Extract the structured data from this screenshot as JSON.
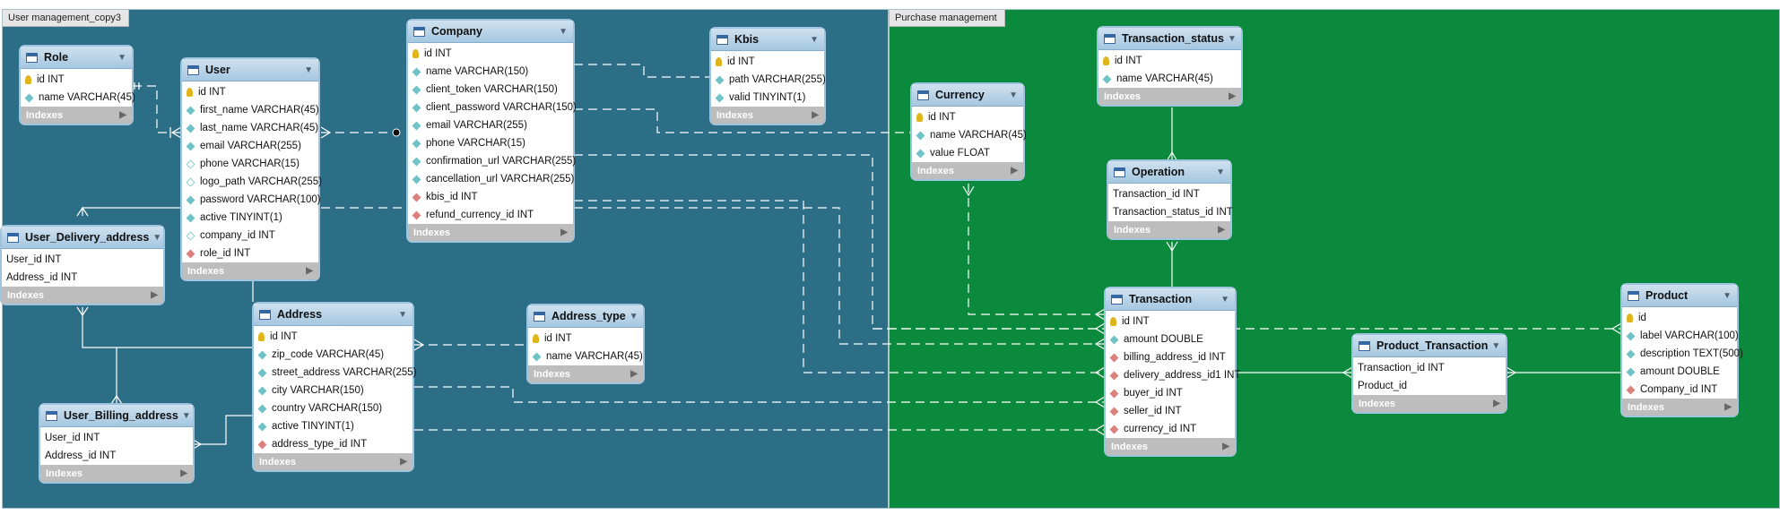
{
  "regions": {
    "user": {
      "label": "User management_copy3",
      "color": "#2d6e87"
    },
    "purchase": {
      "label": "Purchase management",
      "color": "#0b8a3d"
    }
  },
  "indexes_label": "Indexes",
  "tables": {
    "role": {
      "name": "Role",
      "rows": [
        {
          "text": "id INT",
          "kind": "key"
        },
        {
          "text": "name VARCHAR(45)",
          "kind": "col"
        }
      ]
    },
    "user": {
      "name": "User",
      "rows": [
        {
          "text": "id INT",
          "kind": "key"
        },
        {
          "text": "first_name VARCHAR(45)",
          "kind": "col"
        },
        {
          "text": "last_name VARCHAR(45)",
          "kind": "col"
        },
        {
          "text": "email VARCHAR(255)",
          "kind": "col"
        },
        {
          "text": "phone VARCHAR(15)",
          "kind": "nullable"
        },
        {
          "text": "logo_path VARCHAR(255)",
          "kind": "nullable"
        },
        {
          "text": "password VARCHAR(100)",
          "kind": "col"
        },
        {
          "text": "active TINYINT(1)",
          "kind": "col"
        },
        {
          "text": "company_id INT",
          "kind": "nullable"
        },
        {
          "text": "role_id INT",
          "kind": "fk"
        }
      ]
    },
    "company": {
      "name": "Company",
      "rows": [
        {
          "text": "id INT",
          "kind": "key"
        },
        {
          "text": "name VARCHAR(150)",
          "kind": "col"
        },
        {
          "text": "client_token VARCHAR(150)",
          "kind": "col"
        },
        {
          "text": "client_password VARCHAR(150)",
          "kind": "col"
        },
        {
          "text": "email VARCHAR(255)",
          "kind": "col"
        },
        {
          "text": "phone VARCHAR(15)",
          "kind": "col"
        },
        {
          "text": "confirmation_url VARCHAR(255)",
          "kind": "col"
        },
        {
          "text": "cancellation_url VARCHAR(255)",
          "kind": "col"
        },
        {
          "text": "kbis_id INT",
          "kind": "fk"
        },
        {
          "text": "refund_currency_id INT",
          "kind": "fk"
        }
      ]
    },
    "kbis": {
      "name": "Kbis",
      "rows": [
        {
          "text": "id INT",
          "kind": "key"
        },
        {
          "text": "path VARCHAR(255)",
          "kind": "col"
        },
        {
          "text": "valid TINYINT(1)",
          "kind": "col"
        }
      ]
    },
    "user_delivery_address": {
      "name": "User_Delivery_address",
      "rows": [
        {
          "text": "User_id INT",
          "kind": "none"
        },
        {
          "text": "Address_id INT",
          "kind": "none"
        }
      ]
    },
    "address": {
      "name": "Address",
      "rows": [
        {
          "text": "id INT",
          "kind": "key"
        },
        {
          "text": "zip_code VARCHAR(45)",
          "kind": "col"
        },
        {
          "text": "street_address VARCHAR(255)",
          "kind": "col"
        },
        {
          "text": "city VARCHAR(150)",
          "kind": "col"
        },
        {
          "text": "country VARCHAR(150)",
          "kind": "col"
        },
        {
          "text": "active TINYINT(1)",
          "kind": "col"
        },
        {
          "text": "address_type_id INT",
          "kind": "fk"
        }
      ]
    },
    "address_type": {
      "name": "Address_type",
      "rows": [
        {
          "text": "id INT",
          "kind": "key"
        },
        {
          "text": "name VARCHAR(45)",
          "kind": "col"
        }
      ]
    },
    "user_billing_address": {
      "name": "User_Billing_address",
      "rows": [
        {
          "text": "User_id INT",
          "kind": "none"
        },
        {
          "text": "Address_id INT",
          "kind": "none"
        }
      ]
    },
    "currency": {
      "name": "Currency",
      "rows": [
        {
          "text": "id INT",
          "kind": "key"
        },
        {
          "text": "name VARCHAR(45)",
          "kind": "col"
        },
        {
          "text": "value FLOAT",
          "kind": "col"
        }
      ]
    },
    "transaction_status": {
      "name": "Transaction_status",
      "rows": [
        {
          "text": "id INT",
          "kind": "key"
        },
        {
          "text": "name VARCHAR(45)",
          "kind": "col"
        }
      ]
    },
    "operation": {
      "name": "Operation",
      "rows": [
        {
          "text": "Transaction_id INT",
          "kind": "none"
        },
        {
          "text": "Transaction_status_id INT",
          "kind": "none"
        }
      ]
    },
    "transaction": {
      "name": "Transaction",
      "rows": [
        {
          "text": "id INT",
          "kind": "key"
        },
        {
          "text": "amount DOUBLE",
          "kind": "col"
        },
        {
          "text": "billing_address_id INT",
          "kind": "fk"
        },
        {
          "text": "delivery_address_id1 INT",
          "kind": "fk"
        },
        {
          "text": "buyer_id INT",
          "kind": "fk"
        },
        {
          "text": "seller_id INT",
          "kind": "fk"
        },
        {
          "text": "currency_id INT",
          "kind": "fk"
        }
      ]
    },
    "product_transaction": {
      "name": "Product_Transaction",
      "rows": [
        {
          "text": "Transaction_id INT",
          "kind": "none"
        },
        {
          "text": "Product_id",
          "kind": "none"
        }
      ]
    },
    "product": {
      "name": "Product",
      "rows": [
        {
          "text": "id",
          "kind": "key"
        },
        {
          "text": "label VARCHAR(100)",
          "kind": "col"
        },
        {
          "text": "description TEXT(500)",
          "kind": "col"
        },
        {
          "text": "amount DOUBLE",
          "kind": "col"
        },
        {
          "text": "Company_id INT",
          "kind": "fk"
        }
      ]
    }
  }
}
